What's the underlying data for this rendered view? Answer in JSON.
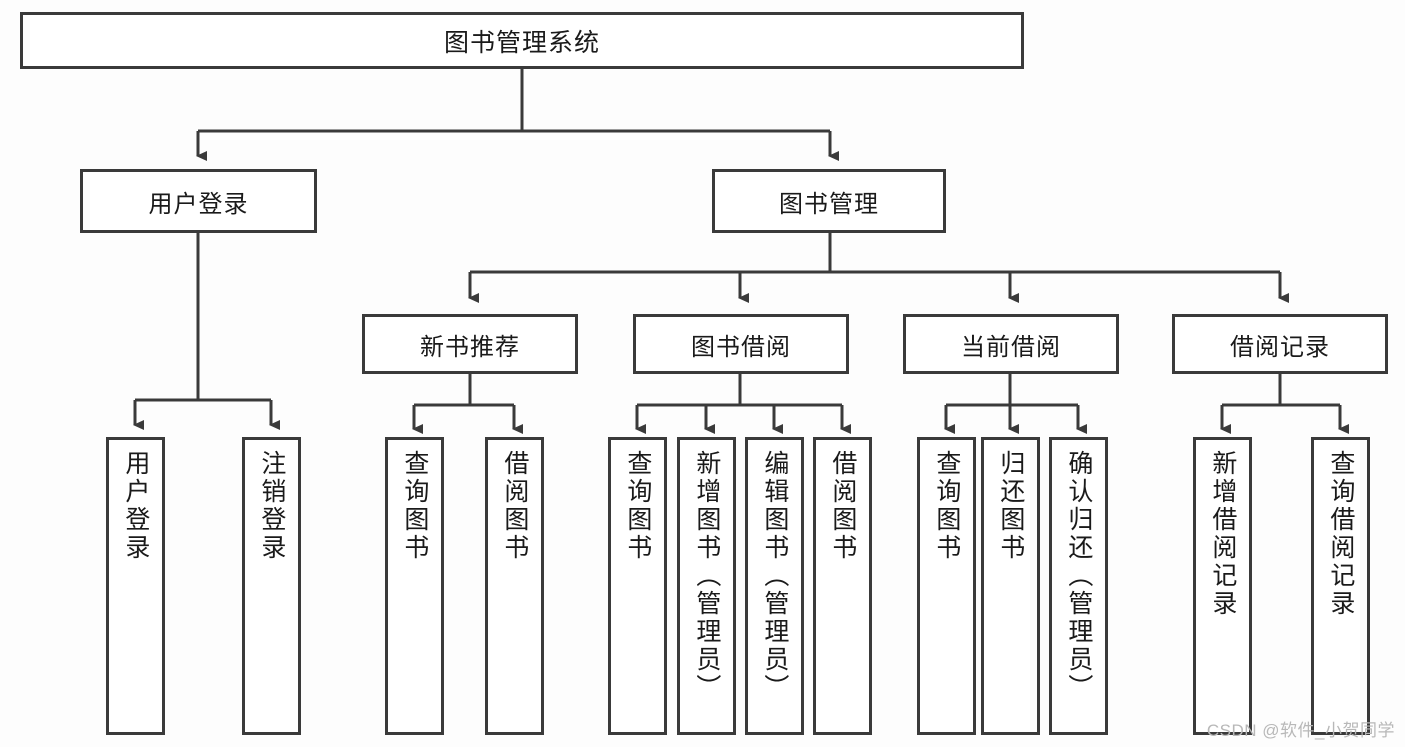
{
  "diagram": {
    "title": "图书管理系统",
    "type": "hierarchy-tree",
    "root": {
      "label": "图书管理系统"
    },
    "level2": [
      {
        "label": "用户登录"
      },
      {
        "label": "图书管理"
      }
    ],
    "level3": [
      {
        "label": "新书推荐"
      },
      {
        "label": "图书借阅"
      },
      {
        "label": "当前借阅"
      },
      {
        "label": "借阅记录"
      }
    ],
    "leaves": {
      "user_login": [
        {
          "label": "用户登录"
        },
        {
          "label": "注销登录"
        }
      ],
      "new_book_recommend": [
        {
          "label": "查询图书"
        },
        {
          "label": "借阅图书"
        }
      ],
      "book_borrow": [
        {
          "label": "查询图书"
        },
        {
          "label": "新增图书（管理员）"
        },
        {
          "label": "编辑图书（管理员）"
        },
        {
          "label": "借阅图书"
        }
      ],
      "current_borrow": [
        {
          "label": "查询图书"
        },
        {
          "label": "归还图书"
        },
        {
          "label": "确认归还（管理员）"
        }
      ],
      "borrow_record": [
        {
          "label": "新增借阅记录"
        },
        {
          "label": "查询借阅记录"
        }
      ]
    }
  },
  "watermark": {
    "text": "CSDN @软件_小贺同学"
  },
  "colors": {
    "box_border": "#3a3a3a",
    "box_fill": "#ffffff",
    "line": "#3a3a3a",
    "text": "#1a1a1a",
    "watermark": "#b8b8b8",
    "background": "#fdfdfd"
  }
}
